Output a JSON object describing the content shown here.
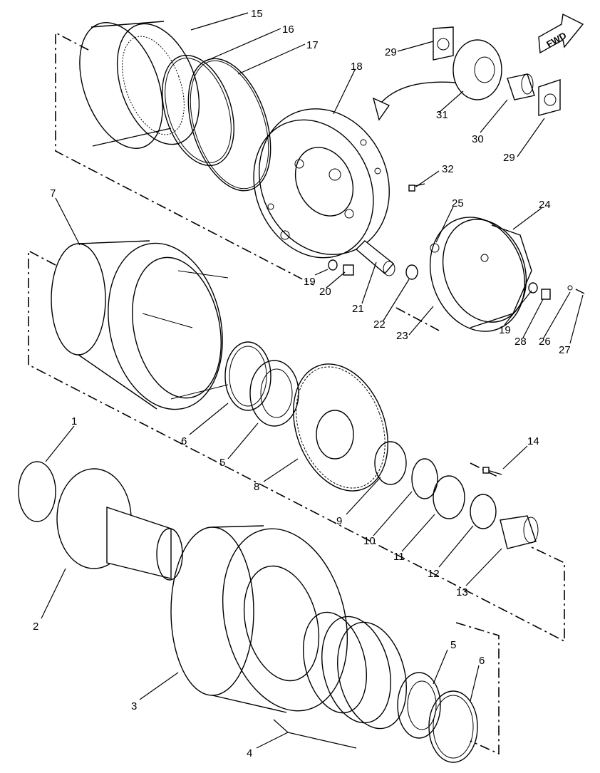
{
  "diagram": {
    "direction_label": "FWD",
    "callouts": [
      "1",
      "2",
      "3",
      "4",
      "5",
      "5",
      "6",
      "6",
      "7",
      "8",
      "9",
      "10",
      "11",
      "12",
      "13",
      "14",
      "15",
      "16",
      "17",
      "18",
      "19",
      "19",
      "20",
      "21",
      "22",
      "23",
      "24",
      "25",
      "26",
      "27",
      "28",
      "29",
      "29",
      "30",
      "31",
      "32"
    ]
  }
}
